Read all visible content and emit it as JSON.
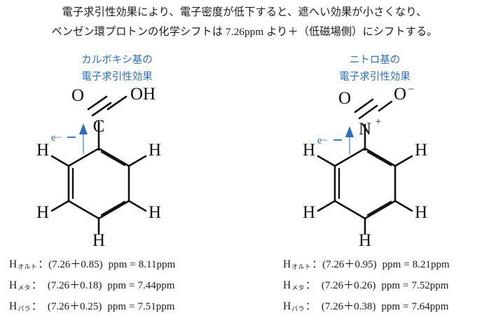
{
  "header": {
    "line1": "電子求引性効果により、電子密度が低下すると、遮へい効果が小さくなり、",
    "line2": "ベンゼン環プロトンの化学シフトは 7.26ppm より＋（低磁場側）にシフトする。"
  },
  "colors": {
    "accent_blue": "#2e6fb5",
    "arrow_blue": "#3272b0",
    "structure_black": "#111111",
    "background": "#ffffff"
  },
  "left": {
    "label_line1": "カルボキシ基の",
    "label_line2": "電子求引性効果",
    "substituent": {
      "type": "carboxyl",
      "atom_center": "C",
      "atom_double_bonded": "O",
      "atom_hydroxyl": "OH"
    },
    "electron_arrow": {
      "label": "e−",
      "direction": "up"
    },
    "ring": {
      "type": "benzene",
      "hydrogens": [
        "H",
        "H",
        "H",
        "H",
        "H"
      ]
    },
    "values": [
      {
        "element": "H",
        "position": "オルト",
        "colon": "：",
        "expression": "(7.26＋0.85)",
        "unit": "ppm",
        "equals": "=",
        "result": "8.11ppm"
      },
      {
        "element": "H",
        "position": "メタ",
        "colon": "：",
        "expression": "(7.26＋0.18)",
        "unit": "ppm",
        "equals": "=",
        "result": "7.44ppm"
      },
      {
        "element": "H",
        "position": "パラ",
        "colon": "：",
        "expression": "(7.26＋0.25)",
        "unit": "ppm",
        "equals": "=",
        "result": "7.51ppm"
      }
    ]
  },
  "right": {
    "label_line1": "ニトロ基の",
    "label_line2": "電子求引性効果",
    "substituent": {
      "type": "nitro",
      "atom_center": "N",
      "atom_center_charge": "+",
      "atom_double_bonded": "O",
      "atom_single_bonded": "O",
      "atom_single_bonded_charge": "−"
    },
    "electron_arrow": {
      "label": "e−",
      "direction": "up"
    },
    "ring": {
      "type": "benzene",
      "hydrogens": [
        "H",
        "H",
        "H",
        "H",
        "H"
      ]
    },
    "values": [
      {
        "element": "H",
        "position": "オルト",
        "colon": "：",
        "expression": "(7.26＋0.95)",
        "unit": "ppm",
        "equals": "=",
        "result": "8.21ppm"
      },
      {
        "element": "H",
        "position": "メタ",
        "colon": "：",
        "expression": "(7.26＋0.26)",
        "unit": "ppm",
        "equals": "=",
        "result": "7.52ppm"
      },
      {
        "element": "H",
        "position": "パラ",
        "colon": "：",
        "expression": "(7.26＋0.38)",
        "unit": "ppm",
        "equals": "=",
        "result": "7.64ppm"
      }
    ]
  }
}
